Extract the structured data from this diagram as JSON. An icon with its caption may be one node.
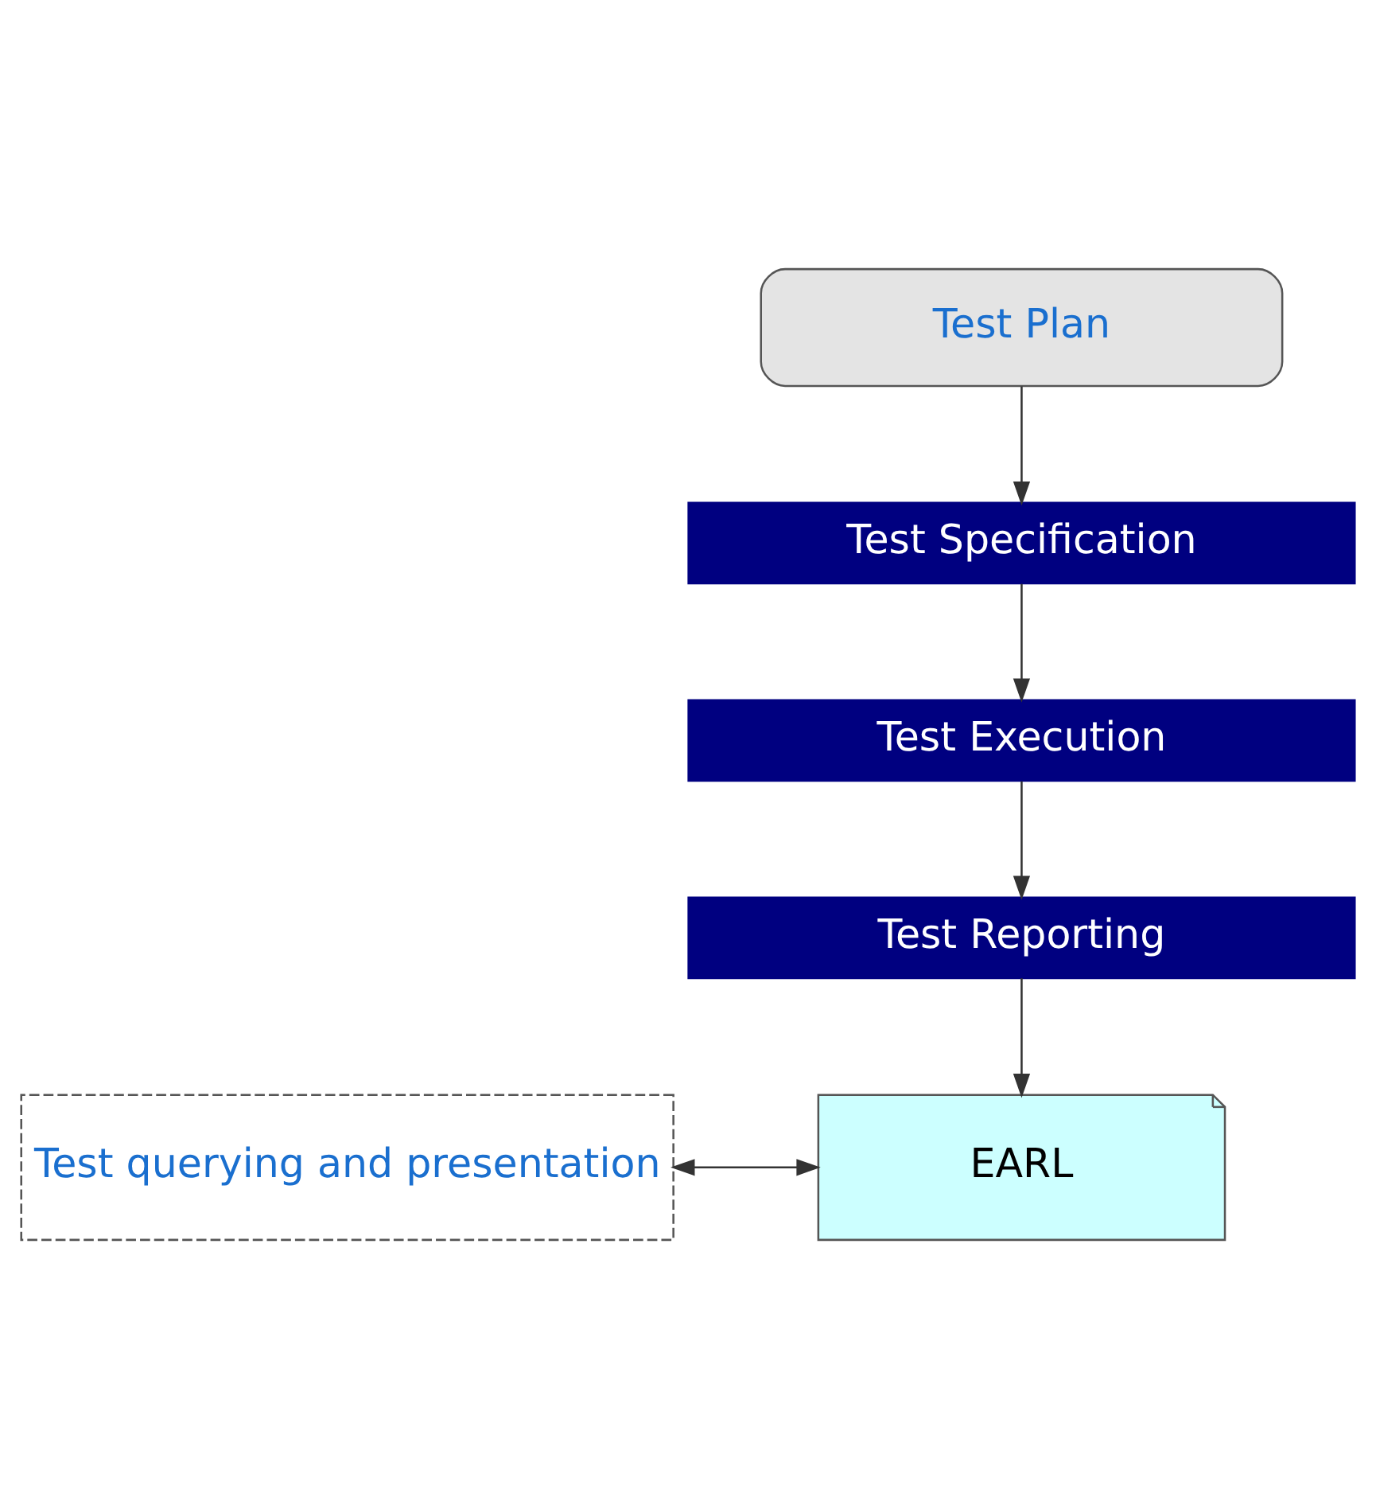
{
  "diagram": {
    "nodes": [
      {
        "text": [
          "Test Plan"
        ]
      },
      {
        "text": [
          "Test Specification"
        ]
      },
      {
        "text": [
          "Test Execution"
        ]
      },
      {
        "text": [
          "Test Reporting"
        ]
      },
      {
        "text": [
          "Test querying and presentation"
        ]
      },
      {
        "text": [
          "EARL"
        ]
      }
    ],
    "edges": [
      {
        "from": 0,
        "to": 1,
        "arrow": "to"
      },
      {
        "from": 1,
        "to": 2,
        "arrow": "to"
      },
      {
        "from": 2,
        "to": 3,
        "arrow": "to"
      },
      {
        "from": 3,
        "to": 5,
        "arrow": "to"
      },
      {
        "from": 4,
        "to": 5,
        "arrow": "both"
      }
    ]
  }
}
